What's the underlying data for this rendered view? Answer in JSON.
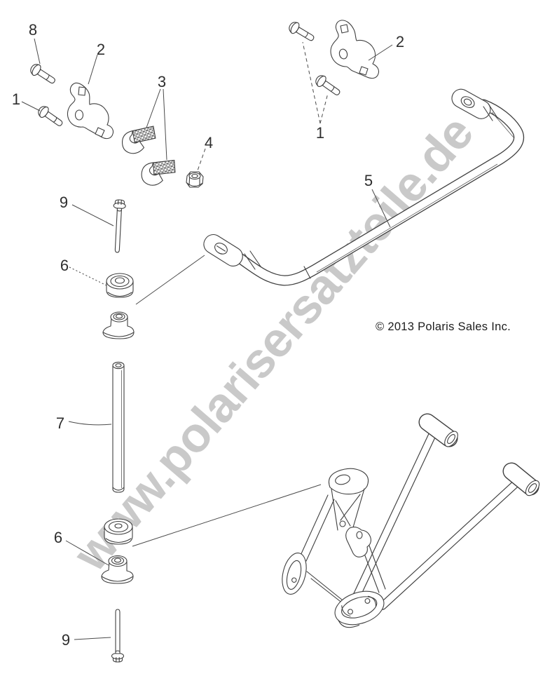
{
  "diagram": {
    "watermark_text": "www.polarisersatzteile.de",
    "copyright_text": "© 2013 Polaris Sales Inc.",
    "callouts": [
      {
        "label": "8"
      },
      {
        "label": "1"
      },
      {
        "label": "2"
      },
      {
        "label": "3"
      },
      {
        "label": "4"
      },
      {
        "label": "1"
      },
      {
        "label": "2"
      },
      {
        "label": "5"
      },
      {
        "label": "9"
      },
      {
        "label": "6"
      },
      {
        "label": "7"
      },
      {
        "label": "6"
      },
      {
        "label": "9"
      }
    ],
    "colors": {
      "line": "#3f3f3f",
      "watermark": "#c9c9c9",
      "background": "#ffffff"
    }
  }
}
